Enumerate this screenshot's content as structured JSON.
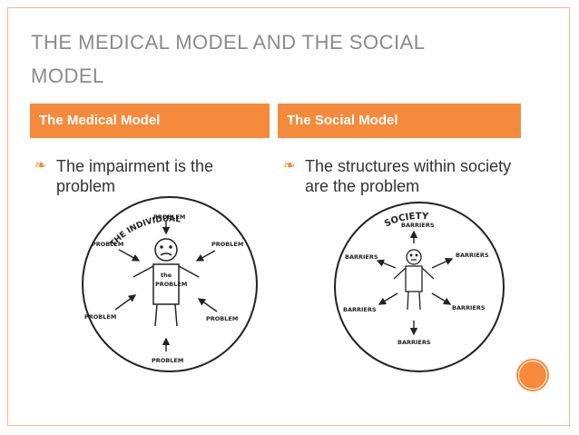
{
  "slide": {
    "title_line1": "The Medical Model and the Social",
    "title_line2": "Model"
  },
  "left": {
    "header": "The Medical Model",
    "bullet": "The impairment is the problem",
    "diagram": {
      "ring_label": "THE INDIVIDUAL",
      "labels": [
        "PROBLEM",
        "PROBLEM",
        "PROBLEM",
        "PROBLEM",
        "PROBLEM",
        "PROBLEM"
      ],
      "center_label_1": "the",
      "center_label_2": "PROBLEM"
    }
  },
  "right": {
    "header": "The Social Model",
    "bullet": "The structures within society are the problem",
    "diagram": {
      "ring_label": "SOCIETY",
      "labels": [
        "BARRIERS",
        "BARRIERS",
        "BARRIERS",
        "BARRIERS",
        "BARRIERS",
        "BARRIERS"
      ]
    }
  },
  "colors": {
    "accent": "#f58a3c",
    "title": "#8a8a8a",
    "border": "#f0b596"
  },
  "icons": {
    "bullet": "fleuron-bullet-icon"
  }
}
